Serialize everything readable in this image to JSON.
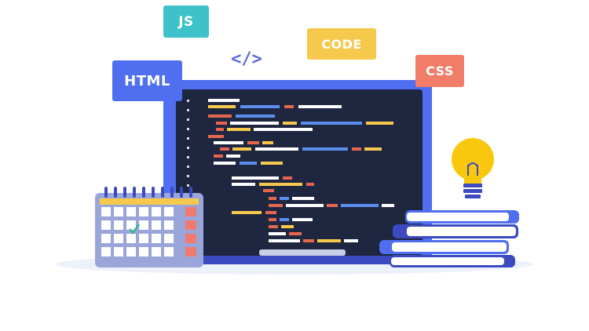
{
  "tags": {
    "js": "JS",
    "code": "CODE",
    "html": "HTML",
    "css": "CSS"
  },
  "code_symbol": "</>",
  "colors": {
    "js_tag": "#3fc1c9",
    "code_tag": "#f6c94d",
    "html_tag": "#4f6ef0",
    "css_tag": "#f17c67",
    "laptop_frame": "#4f6ef0",
    "screen": "#1e2640",
    "calendar_frame": "#9aa6d9",
    "books": "#3b4bbf",
    "bulb": "#f9c80e"
  },
  "icons": [
    "calendar-icon",
    "checkmark-icon",
    "light-bulb-icon",
    "book-stack-icon",
    "laptop-icon"
  ]
}
